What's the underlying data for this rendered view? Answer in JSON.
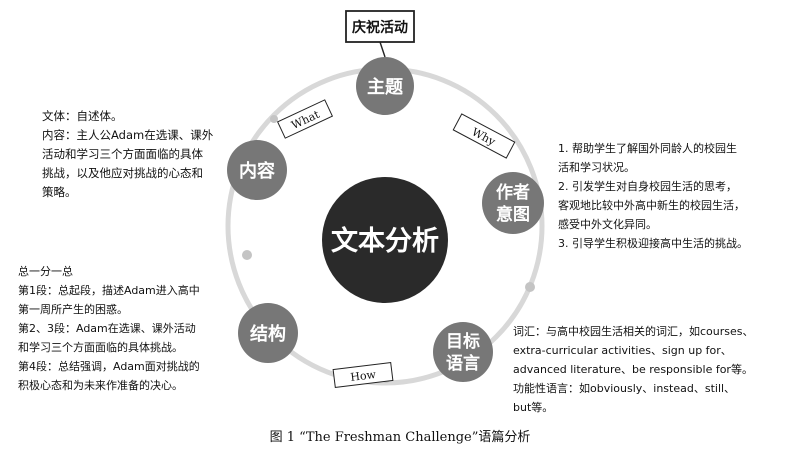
{
  "top_label": "庆祝活动",
  "center": "文本分析",
  "nodes": {
    "theme": "主题",
    "content": "内容",
    "intent_line1": "作者",
    "intent_line2": "意图",
    "structure": "结构",
    "goal_line1": "目标",
    "goal_line2": "语言"
  },
  "tags": {
    "what": "What",
    "why": "Why",
    "how": "How"
  },
  "content_text": [
    "文体：自述体。",
    "内容：主人公Adam在选课、课外",
    "活动和学习三个方面面临的具体",
    "挑战，以及他应对挑战的心态和",
    "策略。"
  ],
  "intent_text": [
    "1. 帮助学生了解国外同龄人的校园生",
    "活和学习状况。",
    "2. 引发学生对自身校园生活的思考，",
    "客观地比较中外高中新生的校园生活，",
    "感受中外文化异同。",
    "3. 引导学生积极迎接高中生活的挑战。"
  ],
  "structure_text": [
    "总一分一总",
    "第1段：总起段，描述Adam进入高中",
    "第一周所产生的困惑。",
    "第2、3段：Adam在选课、课外活动",
    "和学习三个方面面临的具体挑战。",
    "第4段：总结强调，Adam面对挑战的",
    "积极心态和为未来作准备的决心。"
  ],
  "goal_text": [
    "词汇：与高中校园生活相关的词汇，如courses、",
    "extra-curricular activities、sign up for、",
    "advanced literature、be responsible for等。",
    "功能性语言：如obviously、instead、still、",
    "but等。"
  ],
  "caption": "图 1  “The Freshman Challenge”语篇分析",
  "colors": {
    "node": "#777777",
    "center": "#2a2a2a",
    "ring": "#d8d8d8",
    "dot": "#c4c4c4"
  }
}
